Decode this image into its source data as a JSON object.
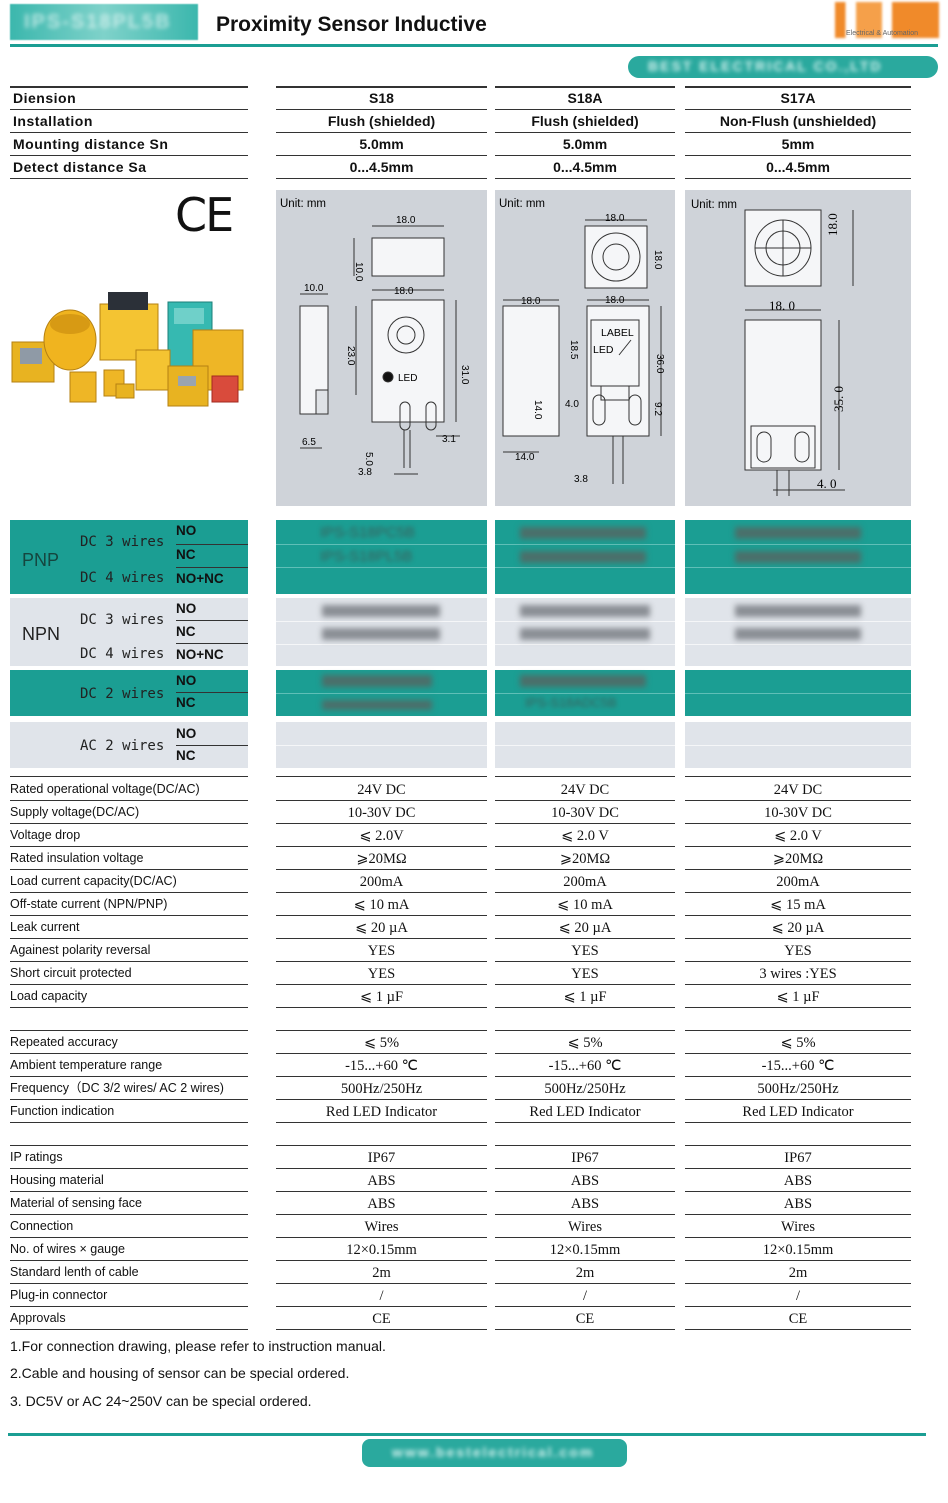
{
  "header": {
    "logo_left_text": "IPS-S18PL5B",
    "title": "Proximity Sensor Inductive",
    "logo_right_tag": "Electrical & Automation",
    "pill_top_text": "BEST ELECTRICAL CO.,LTD",
    "accent_color": "#1b9e93",
    "brand_orange": "#f08a2a"
  },
  "top_specs": {
    "labels": [
      "Diension",
      "Installation",
      "Mounting distance Sn",
      "Detect distance Sa"
    ],
    "columns": [
      [
        "S18",
        "Flush (shielded)",
        "5.0mm",
        "0...4.5mm"
      ],
      [
        "S18A",
        "Flush (shielded)",
        "5.0mm",
        "0...4.5mm"
      ],
      [
        "S17A",
        "Non-Flush (unshielded)",
        "5mm",
        "0...4.5mm"
      ]
    ]
  },
  "ce_mark": "CE",
  "drawings": {
    "unit": "Unit: mm",
    "s18": {
      "dims": [
        "18.0",
        "10.0",
        "10.0",
        "18.0",
        "23.0",
        "31.0",
        "6.5",
        "5.0",
        "3.1",
        "3.8"
      ],
      "led": "LED"
    },
    "s18a": {
      "dims": [
        "18.0",
        "18.0",
        "18.0",
        "18.0",
        "18.5",
        "36.0",
        "14.0",
        "4.0",
        "9.2",
        "14.0",
        "3.8"
      ],
      "label": "LABEL",
      "led": "LED"
    },
    "s17a": {
      "dims": [
        "18.0",
        "18. 0",
        "35. 0",
        "4. 0"
      ]
    }
  },
  "models": {
    "groups": [
      {
        "type": "PNP",
        "rows": [
          [
            "DC 3 wires",
            "NO"
          ],
          [
            "",
            "NC"
          ],
          [
            "DC 4 wires",
            "NO+NC"
          ]
        ]
      },
      {
        "type": "NPN",
        "rows": [
          [
            "DC 3 wires",
            "NO"
          ],
          [
            "",
            "NC"
          ],
          [
            "DC 4 wires",
            "NO+NC"
          ]
        ]
      },
      {
        "type": "",
        "rows": [
          [
            "DC 2 wires",
            "NO"
          ],
          [
            "",
            "NC"
          ]
        ]
      },
      {
        "type": "",
        "rows": [
          [
            "AC 2 wires",
            "NO"
          ],
          [
            "",
            "NC"
          ]
        ]
      }
    ],
    "codes": {
      "pnp": [
        "IPS-S18PC5B",
        "IPS-S18PL5B"
      ],
      "s18a_bottom": "IPS-S18ADC5B"
    }
  },
  "specs": {
    "labels": [
      "Rated operational voltage(DC/AC)",
      "Supply voltage(DC/AC)",
      "Voltage drop",
      "Rated insulation voltage",
      "Load current capacity(DC/AC)",
      "Off-state current (NPN/PNP)",
      "Leak current",
      "Againest polarity reversal",
      "Short circuit protected",
      "Load capacity"
    ],
    "columns": [
      [
        "24V DC",
        "10-30V DC",
        "⩽ 2.0V",
        "⩾20MΩ",
        "200mA",
        "⩽ 10 mA",
        "⩽ 20 µA",
        "YES",
        "YES",
        "⩽ 1 µF"
      ],
      [
        "24V DC",
        "10-30V DC",
        "⩽ 2.0 V",
        "⩾20MΩ",
        "200mA",
        "⩽ 10 mA",
        "⩽ 20 µA",
        "YES",
        "YES",
        "⩽ 1 µF"
      ],
      [
        "24V DC",
        "10-30V DC",
        "⩽ 2.0 V",
        "⩾20MΩ",
        "200mA",
        "⩽ 15 mA",
        "⩽ 20 µA",
        "YES",
        "3 wires :YES",
        "⩽ 1 µF"
      ]
    ]
  },
  "specs2": {
    "labels": [
      "Repeated accuracy",
      "Ambient temperature range",
      "Frequency（DC 3/2 wires/ AC 2 wires)",
      "Function indication"
    ],
    "columns": [
      [
        "⩽ 5%",
        "-15...+60 ℃",
        "500Hz/250Hz",
        "Red LED Indicator"
      ],
      [
        "⩽ 5%",
        "-15...+60 ℃",
        "500Hz/250Hz",
        "Red LED Indicator"
      ],
      [
        "⩽ 5%",
        "-15...+60 ℃",
        "500Hz/250Hz",
        "Red LED Indicator"
      ]
    ]
  },
  "specs3": {
    "labels": [
      "IP ratings",
      "Housing material",
      "Material of sensing face",
      "Connection",
      "No. of wires × gauge",
      "Standard lenth of cable",
      "Plug-in connector",
      "Approvals"
    ],
    "columns": [
      [
        "IP67",
        "ABS",
        "ABS",
        "Wires",
        "12×0.15mm",
        "2m",
        "/",
        "CE"
      ],
      [
        "IP67",
        "ABS",
        "ABS",
        "Wires",
        "12×0.15mm",
        "2m",
        "/",
        "CE"
      ],
      [
        "IP67",
        "ABS",
        "ABS",
        "Wires",
        "12×0.15mm",
        "2m",
        "/",
        "CE"
      ]
    ]
  },
  "notes": [
    "1.For connection drawing, please refer to instruction manual.",
    "2.Cable and housing of sensor can be special ordered.",
    "3. DC5V or AC 24~250V can be special ordered."
  ],
  "footer": {
    "pill_bottom_text": "www.bestelectrical.com"
  }
}
